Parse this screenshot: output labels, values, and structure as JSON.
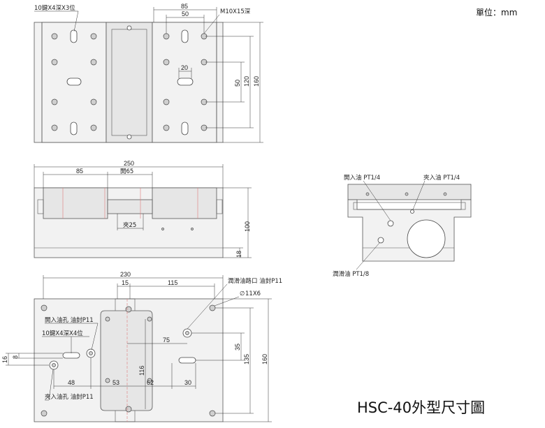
{
  "title": "HSC-40外型尺寸圖",
  "unit": "單位：mm",
  "top_view": {
    "hole_note": "10鍵X4深X3位",
    "tap_note": "M10X15深",
    "dims": {
      "w85": "85",
      "w50": "50",
      "w20": "20",
      "h50": "50",
      "h120": "120",
      "h160": "160"
    }
  },
  "front_view": {
    "dims": {
      "w250": "250",
      "w85": "85",
      "open": "開65",
      "clamp": "夾25",
      "h100": "100",
      "h18": "18"
    }
  },
  "side_view": {
    "open_port": "開入油 PT1/4",
    "clamp_port": "夾入油 PT1/4",
    "lube_port": "潤滑油 PT1/8"
  },
  "bottom_view": {
    "lube_note": "潤滑油路口 油封P11",
    "bolt_note": "11X6",
    "open_hole_note": "開入油孔 油封P11",
    "key_note": "10鍵X4深X4位",
    "clamp_hole_note": "夾入油孔 油封P11",
    "dims": {
      "w230": "230",
      "w15": "15",
      "w115": "115",
      "w75": "75",
      "h35": "35",
      "h135": "135",
      "h160": "160",
      "h116": "116",
      "w48": "48",
      "w53": "53",
      "w62": "62",
      "w30": "30",
      "h16": "16",
      "h8": "8"
    }
  }
}
